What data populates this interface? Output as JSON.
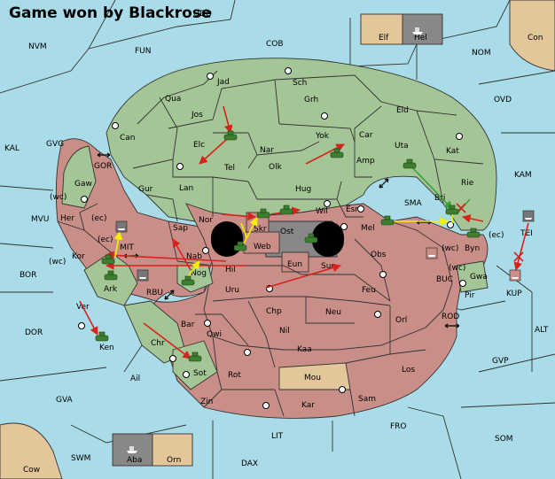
{
  "title": "Game won by Blackrose",
  "colors": {
    "green": "#a4c596",
    "red": "#c98e87",
    "tan": "#e3c69a",
    "water": "#a9dce8",
    "gray": "#888888"
  },
  "sea_labels": {
    "nvm": "NVM",
    "fun": "FUN",
    "cob": "COB",
    "nom": "NOM",
    "ovd": "OVD",
    "kal": "KAL",
    "gvg": "GVG",
    "gor": "GOR",
    "kam": "KAM",
    "sma": "SMA",
    "mvu": "MVU",
    "mit": "MIT",
    "bor": "BOR",
    "rbu": "RBU",
    "buc": "BUC",
    "rod": "ROD",
    "alt": "ALT",
    "dor": "DOR",
    "gvp": "GVP",
    "gva": "GVA",
    "lit": "LIT",
    "fro": "FRO",
    "som": "SOM",
    "swm": "SWM",
    "dax": "DAX",
    "odd": "ODD"
  },
  "land_labels": {
    "elf": "Elf",
    "hel": "Hel",
    "con": "Con",
    "cow": "Cow",
    "aba": "Aba",
    "orn": "Orn",
    "jad": "Jad",
    "sch": "Sch",
    "qua": "Qua",
    "jos": "Jos",
    "grh": "Grh",
    "eld": "Eld",
    "can": "Can",
    "elc": "Elc",
    "nar": "Nar",
    "yok": "Yok",
    "car": "Car",
    "uta": "Uta",
    "kat": "Kat",
    "tel": "Tel",
    "olk": "Olk",
    "amp": "Amp",
    "gaw": "Gaw",
    "gur": "Gur",
    "lan": "Lan",
    "hug": "Hug",
    "rie": "Rie",
    "bri": "Bri",
    "wc": "(wc)",
    "ec": "(ec)",
    "her": "Her",
    "nor": "Nor",
    "skr": "Skr",
    "wil": "Wil",
    "esm": "Esm",
    "sap": "Sap",
    "web": "Web",
    "ost": "Ost",
    "mel": "Mel",
    "byn": "Byn",
    "tei": "TEI",
    "kor": "Kor",
    "nab": "Nab",
    "eun": "Eun",
    "obs": "Obs",
    "hil": "Hil",
    "sun": "Sun",
    "gwa": "Gwa",
    "ark": "Ark",
    "nog": "Nog",
    "uru": "Uru",
    "feu": "Feu",
    "pir": "Pir",
    "kup": "KUP",
    "chp": "Chp",
    "neu": "Neu",
    "ver": "Ver",
    "bar": "Bar",
    "nil": "Nil",
    "orl": "Orl",
    "qwi": "Qwi",
    "ken": "Ken",
    "chr": "Chr",
    "kaa": "Kaa",
    "los": "Los",
    "ail": "Ail",
    "sot": "Sot",
    "rot": "Rot",
    "mou": "Mou",
    "zin": "Zin",
    "kar": "Kar",
    "sam": "Sam"
  }
}
